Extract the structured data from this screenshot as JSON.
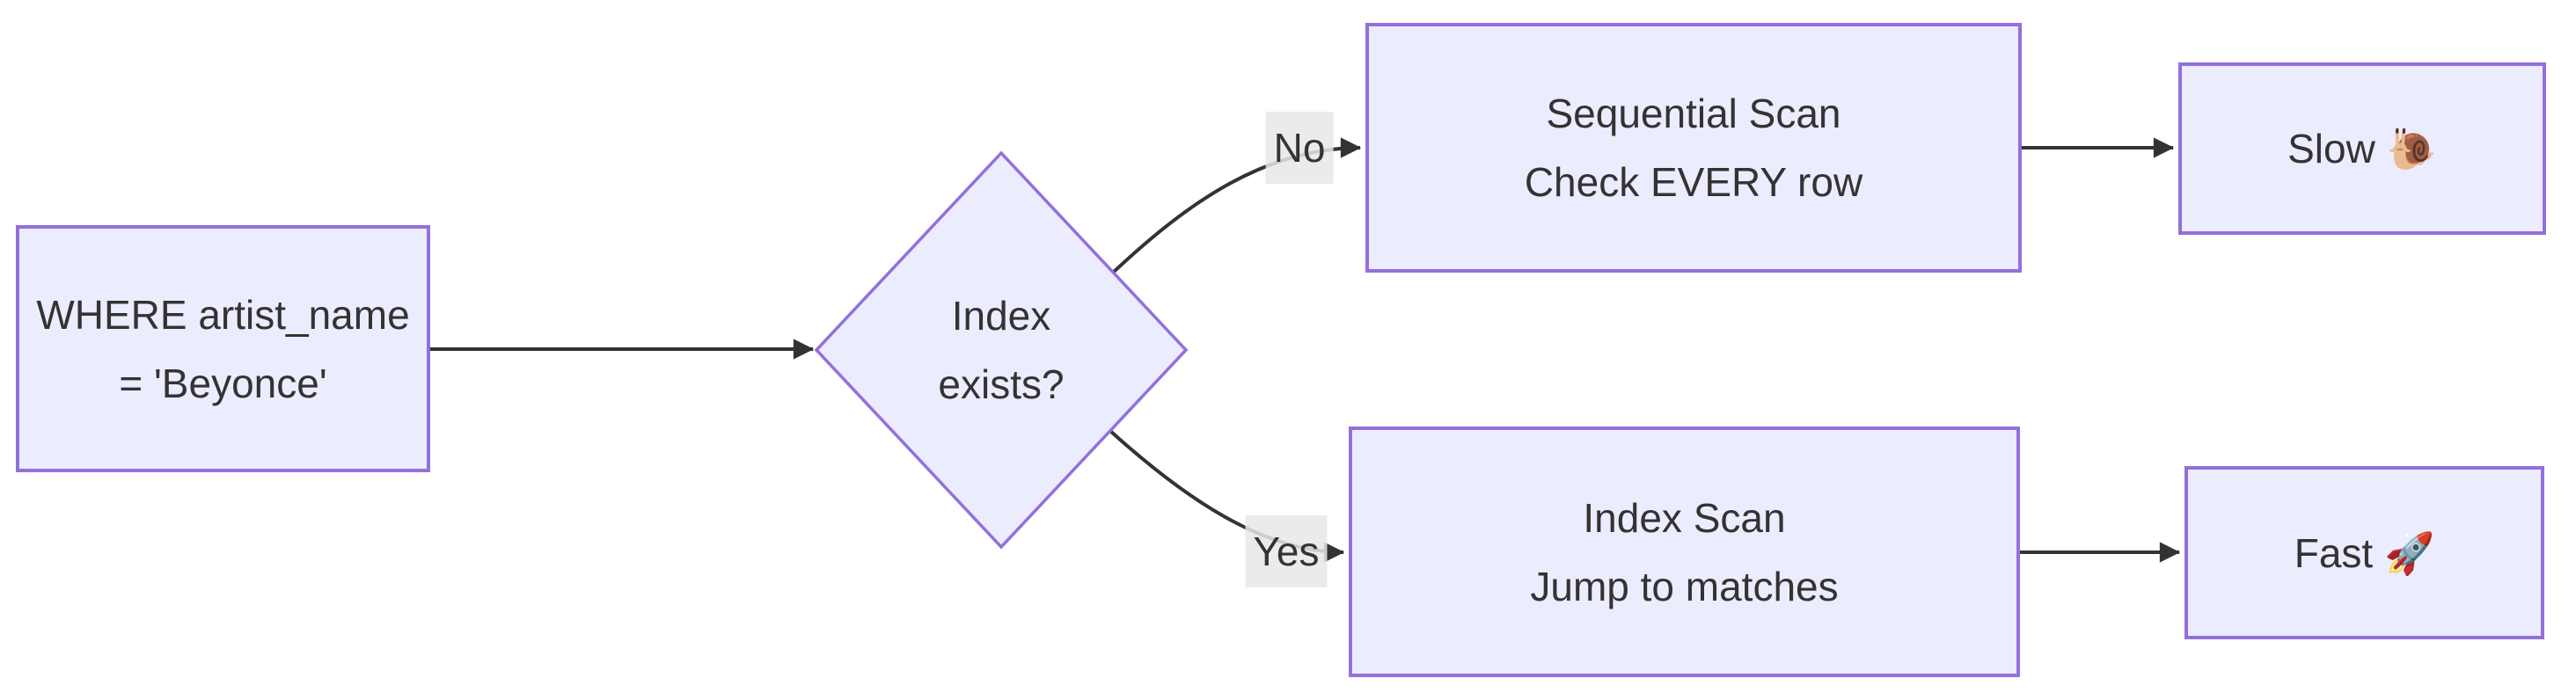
{
  "diagram": {
    "type": "flowchart",
    "direction": "left-to-right",
    "colors": {
      "background": "#ffffff",
      "node_fill": "#ECECFF",
      "node_border": "#9370DB",
      "edge": "#333333",
      "text": "#333333",
      "edge_label_bg": "#e8e8e8"
    },
    "nodes": {
      "query": {
        "shape": "rectangle",
        "line1": "WHERE artist_name",
        "line2": "= 'Beyonce'"
      },
      "decision": {
        "shape": "diamond",
        "line1": "Index",
        "line2": "exists?"
      },
      "seqscan": {
        "shape": "rectangle",
        "line1": "Sequential Scan",
        "line2": "Check EVERY row"
      },
      "slow": {
        "shape": "rectangle",
        "line1": "Slow 🐌"
      },
      "indexscan": {
        "shape": "rectangle",
        "line1": "Index Scan",
        "line2": "Jump to matches"
      },
      "fast": {
        "shape": "rectangle",
        "line1": "Fast 🚀"
      }
    },
    "edge_labels": {
      "no": "No",
      "yes": "Yes"
    },
    "edges": [
      {
        "from": "query",
        "to": "decision",
        "label": ""
      },
      {
        "from": "decision",
        "to": "seqscan",
        "label": "No"
      },
      {
        "from": "decision",
        "to": "indexscan",
        "label": "Yes"
      },
      {
        "from": "seqscan",
        "to": "slow",
        "label": ""
      },
      {
        "from": "indexscan",
        "to": "fast",
        "label": ""
      }
    ]
  }
}
